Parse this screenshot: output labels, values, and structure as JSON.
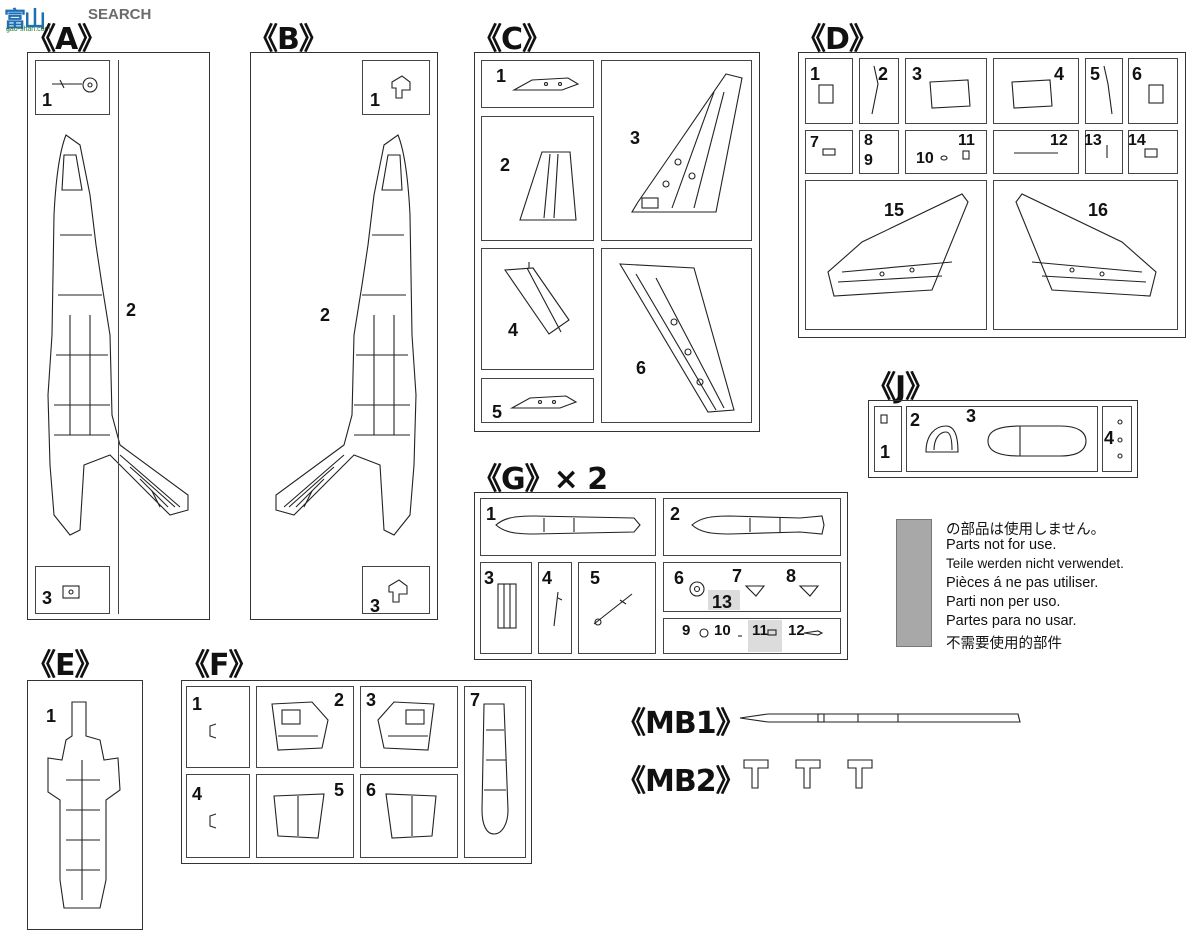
{
  "watermark": {
    "logo_text": "富山",
    "brand": "SEARCH",
    "url": "gao-shan.com"
  },
  "sprues": {
    "A": {
      "label": "《A》",
      "parts": [
        "1",
        "2",
        "3"
      ]
    },
    "B": {
      "label": "《B》",
      "parts": [
        "1",
        "2",
        "3"
      ]
    },
    "C": {
      "label": "《C》",
      "parts": [
        "1",
        "2",
        "3",
        "4",
        "5",
        "6"
      ]
    },
    "D": {
      "label": "《D》",
      "parts": [
        "1",
        "2",
        "3",
        "4",
        "5",
        "6",
        "7",
        "8",
        "9",
        "10",
        "11",
        "12",
        "13",
        "14",
        "15",
        "16"
      ]
    },
    "E": {
      "label": "《E》",
      "parts": [
        "1"
      ]
    },
    "F": {
      "label": "《F》",
      "parts": [
        "1",
        "2",
        "3",
        "4",
        "5",
        "6",
        "7"
      ]
    },
    "G": {
      "label": "《G》× 2",
      "parts": [
        "1",
        "2",
        "3",
        "4",
        "5",
        "6",
        "7",
        "8",
        "9",
        "10",
        "11",
        "12",
        "13"
      ]
    },
    "J": {
      "label": "《J》",
      "parts": [
        "1",
        "2",
        "3",
        "4"
      ]
    },
    "MB1": {
      "label": "《MB1》"
    },
    "MB2": {
      "label": "《MB2》"
    }
  },
  "legend": {
    "lines": [
      "の部品は使用しません。",
      "Parts not for use.",
      "Teile werden nicht verwendet.",
      "Pièces á ne pas utiliser.",
      "Parti non per uso.",
      "Partes para no usar.",
      "不需要使用的部件"
    ],
    "swatch_color": "#a8a8a8"
  }
}
